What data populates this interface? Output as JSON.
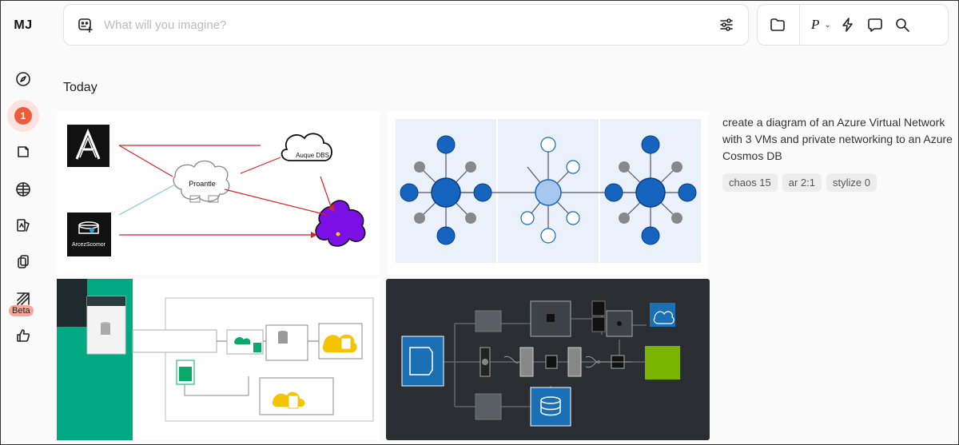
{
  "app": {
    "logo": "MJ"
  },
  "sidebar": {
    "items": [
      {
        "name": "explore",
        "icon": "compass-icon"
      },
      {
        "name": "notifications",
        "icon": "notification-badge",
        "count": "1"
      },
      {
        "name": "create",
        "icon": "edit-image-icon"
      },
      {
        "name": "organize",
        "icon": "grid-icon"
      },
      {
        "name": "edit",
        "icon": "editor-icon"
      },
      {
        "name": "personalize",
        "icon": "copy-icon"
      },
      {
        "name": "moodboards",
        "icon": "pattern-icon",
        "badge": "Beta"
      },
      {
        "name": "rate",
        "icon": "thumbs-up-icon"
      }
    ]
  },
  "prompt": {
    "placeholder": "What will you imagine?"
  },
  "topbar": {
    "profile_initial": "P"
  },
  "section": {
    "title": "Today"
  },
  "tile1": {
    "logo_letters": "A",
    "db_label": "ArcezScomor",
    "center_label": "Proantle",
    "cloud_label": "Auque DBS"
  },
  "job": {
    "prompt": "create a diagram of an Azure Virtual Network with 3 VMs and private networking to an Azure Cosmos DB",
    "tags": [
      "chaos 15",
      "ar 2:1",
      "stylize 0"
    ]
  },
  "colors": {
    "accent_red": "#f05a3a",
    "azure_blue": "#1565c0",
    "teal": "#00a982",
    "dark_tile": "#2a2e33"
  }
}
